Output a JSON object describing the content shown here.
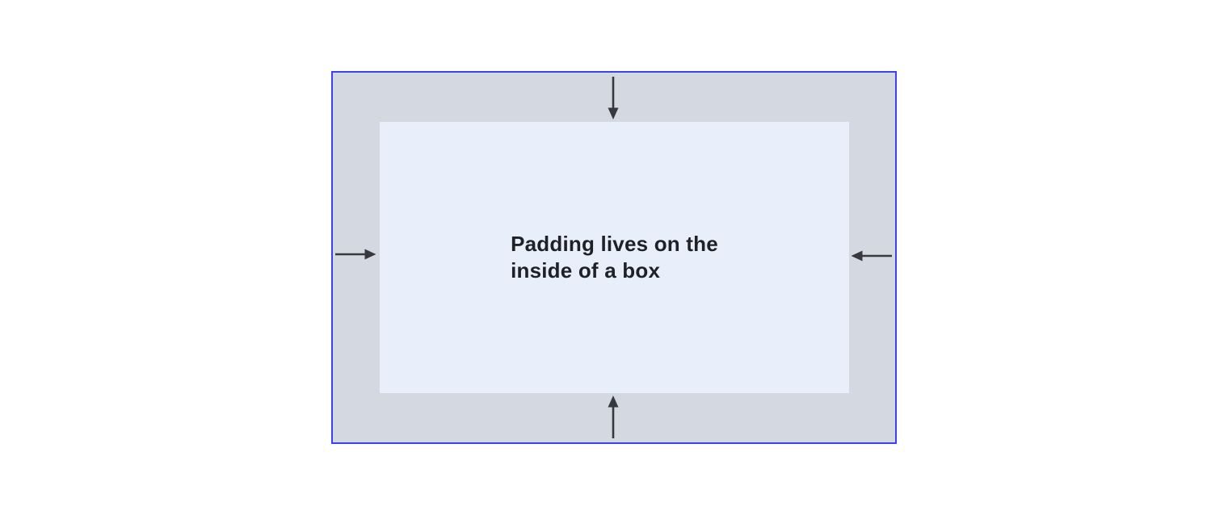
{
  "caption": {
    "full_text": "Padding lives on the inside of a box",
    "lines": [
      "Padding lives on the",
      "inside of a box"
    ]
  },
  "colors": {
    "canvas-bg": "#ffffff",
    "border-blue": "#3a41f0",
    "padding-area-bg": "#d4d8e1",
    "content-box-bg": "#e9eefb",
    "arrow-color": "#37393f",
    "caption-color": "#1f2126"
  },
  "icons": {
    "top": "arrow-down-icon",
    "bottom": "arrow-up-icon",
    "left": "arrow-right-icon",
    "right": "arrow-left-icon"
  }
}
